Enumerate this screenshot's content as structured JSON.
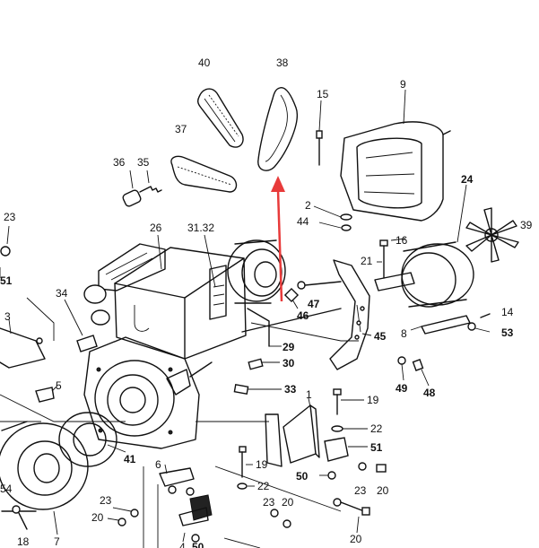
{
  "accent_color": "#e83a3a",
  "labels": {
    "l40": "40",
    "l38": "38",
    "l15": "15",
    "l9": "9",
    "l37": "37",
    "l36": "36",
    "l35": "35",
    "l24": "24",
    "l39": "39",
    "l2": "2",
    "l44": "44",
    "l23a": "23",
    "l26": "26",
    "l3132": "31.32",
    "l16": "16",
    "l21": "21",
    "l14": "14",
    "l51a": "51",
    "l34": "34",
    "l47": "47",
    "l46": "46",
    "l3": "3",
    "l45": "45",
    "l8": "8",
    "l53": "53",
    "l29": "29",
    "l30": "30",
    "l49": "49",
    "l48": "48",
    "l5": "5",
    "l33": "33",
    "l1": "1",
    "l19a": "19",
    "l22a": "22",
    "l51b": "51",
    "l41": "41",
    "l6": "6",
    "l19b": "19",
    "l22b": "22",
    "l50": "50",
    "l23b": "23",
    "l20a": "20",
    "l54": "54",
    "l23c": "23",
    "l20b": "20",
    "l23d": "23",
    "l20c": "20",
    "l18": "18",
    "l7": "7",
    "l4": "4",
    "l50b": "50",
    "l20d": "20"
  }
}
